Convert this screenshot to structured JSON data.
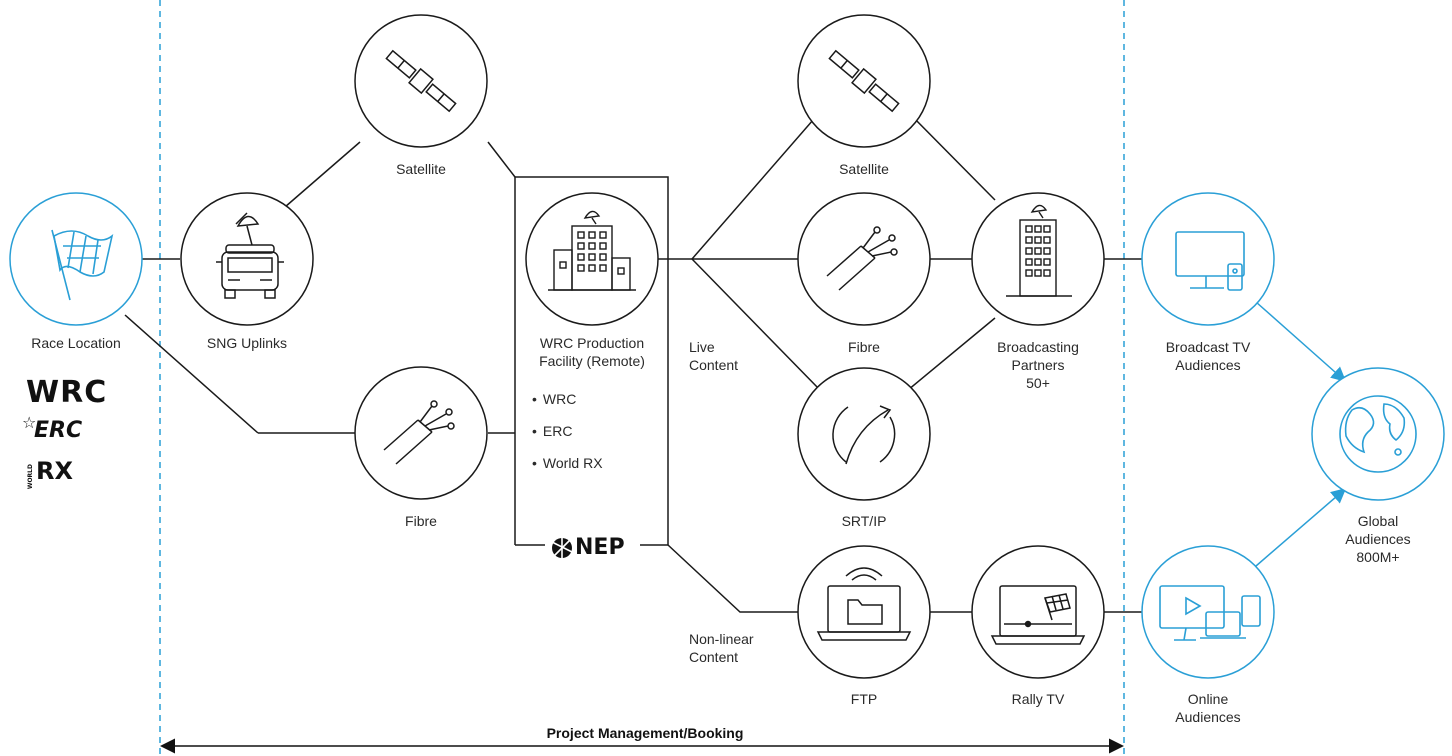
{
  "nodes": {
    "race_location": "Race Location",
    "sng_uplinks": "SNG Uplinks",
    "satellite_left": "Satellite",
    "fibre_left": "Fibre",
    "wrc_facility": "WRC Production\nFacility (Remote)",
    "live_content": "Live\nContent",
    "nonlinear_content": "Non-linear\nContent",
    "satellite_right": "Satellite",
    "fibre_right": "Fibre",
    "srt_ip": "SRT/IP",
    "ftp": "FTP",
    "rally_tv": "Rally TV",
    "broadcasting_partners": "Broadcasting\nPartners\n50+",
    "broadcast_tv_audiences": "Broadcast TV\nAudiences",
    "online_audiences": "Online\nAudiences",
    "global_audiences": "Global\nAudiences\n800M+"
  },
  "facility_bullets": [
    "WRC",
    "ERC",
    "World RX"
  ],
  "logos": {
    "wrc": "WRC",
    "erc": "ERC",
    "rx": "RX",
    "rx_small": "WORLD",
    "nep": "NEP"
  },
  "bottom_label": "Project Management/Booking",
  "colors": {
    "accent": "#2a9fd6",
    "line": "#1a1a1a"
  },
  "icons": {
    "race_location": "checkered-flag-icon",
    "sng_uplinks": "satellite-truck-icon",
    "satellite": "satellite-icon",
    "fibre": "fibre-cable-icon",
    "wrc_facility": "building-dish-icon",
    "srt_ip": "refresh-arrow-icon",
    "ftp": "laptop-folder-icon",
    "rally_tv": "laptop-flag-icon",
    "broadcasting_partners": "building-dish-icon",
    "broadcast_tv": "tv-remote-icon",
    "online": "devices-icon",
    "global": "globe-icon"
  }
}
